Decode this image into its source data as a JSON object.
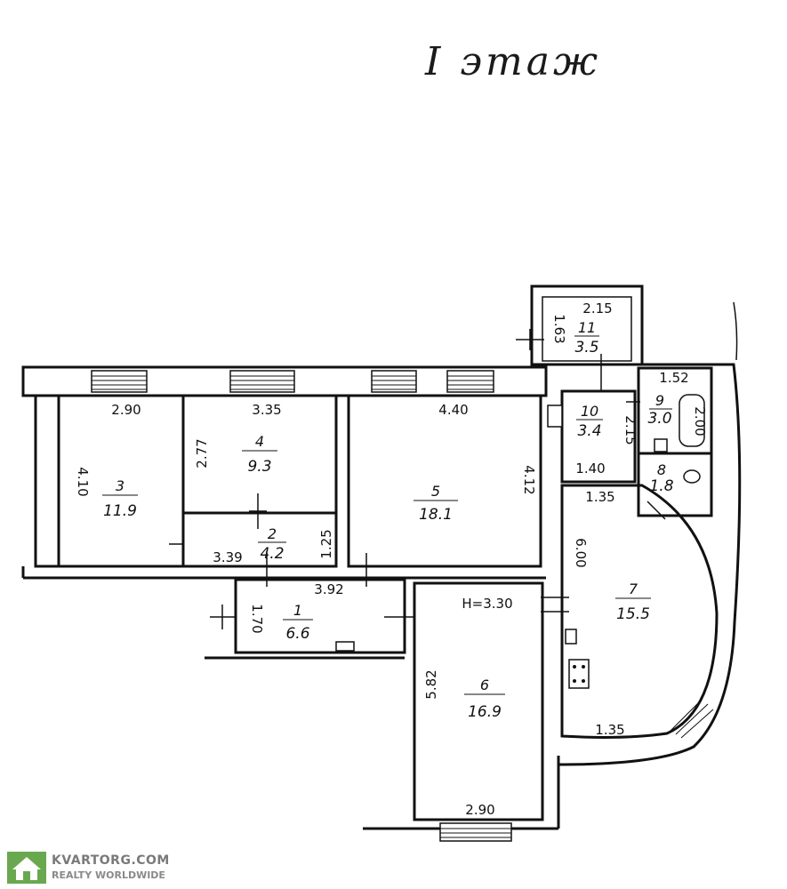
{
  "title": "I этаж",
  "rooms": [
    {
      "num": "1",
      "area": "6.6"
    },
    {
      "num": "2",
      "area": "4.2"
    },
    {
      "num": "3",
      "area": "11.9"
    },
    {
      "num": "4",
      "area": "9.3"
    },
    {
      "num": "5",
      "area": "18.1"
    },
    {
      "num": "6",
      "area": "16.9"
    },
    {
      "num": "7",
      "area": "15.5"
    },
    {
      "num": "8",
      "area": "1.8"
    },
    {
      "num": "9",
      "area": "3.0"
    },
    {
      "num": "10",
      "area": "3.4"
    },
    {
      "num": "11",
      "area": "3.5"
    }
  ],
  "dimensions": {
    "d_2_90_top": "2.90",
    "d_3_35": "3.35",
    "d_4_40": "4.40",
    "d_4_10": "4.10",
    "d_2_77": "2.77",
    "d_4_12": "4.12",
    "d_3_39": "3.39",
    "d_1_25": "1.25",
    "d_3_92": "3.92",
    "d_1_70": "1.70",
    "d_5_82": "5.82",
    "d_2_90_bottom": "2.90",
    "d_6_00": "6.00",
    "d_1_35_bottom": "1.35",
    "d_1_35_top": "1.35",
    "d_1_40": "1.40",
    "d_2_15_room10": "2.15",
    "d_2_15_room11": "2.15",
    "d_1_63": "1.63",
    "d_1_52": "1.52",
    "d_2_00": "2.00",
    "height": "H=3.30"
  },
  "watermark": {
    "brand": "KVARTORG.COM",
    "tagline": "REALTY WORLDWIDE"
  }
}
